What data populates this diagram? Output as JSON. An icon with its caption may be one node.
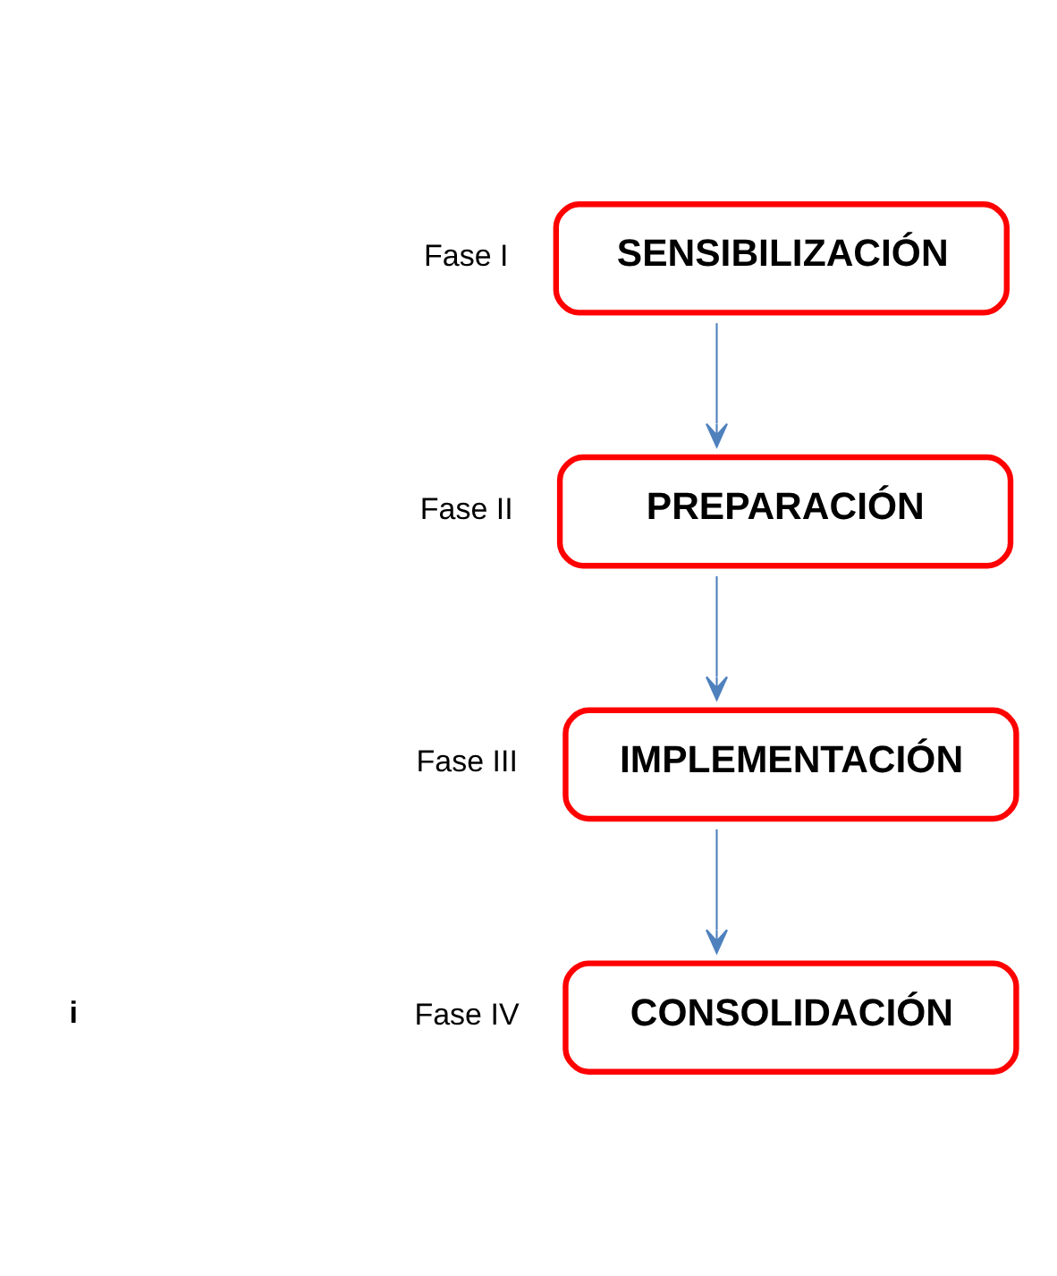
{
  "diagram": {
    "nodes": [
      {
        "text": [
          "SENSIBILIZACIÓN"
        ],
        "beside": [
          "Fase I"
        ]
      },
      {
        "text": [
          "PREPARACIÓN"
        ],
        "beside": [
          "Fase II"
        ]
      },
      {
        "text": [
          "IMPLEMENTACIÓN"
        ],
        "beside": [
          "Fase III"
        ]
      },
      {
        "text": [
          "CONSOLIDACIÓN"
        ],
        "beside": [
          "Fase IV"
        ]
      }
    ],
    "edges": [
      {
        "from": 0,
        "to": 1,
        "arrow": "to"
      },
      {
        "from": 1,
        "to": 2,
        "arrow": "to"
      },
      {
        "from": 2,
        "to": 3,
        "arrow": "to"
      }
    ],
    "labels": [
      "i"
    ]
  }
}
